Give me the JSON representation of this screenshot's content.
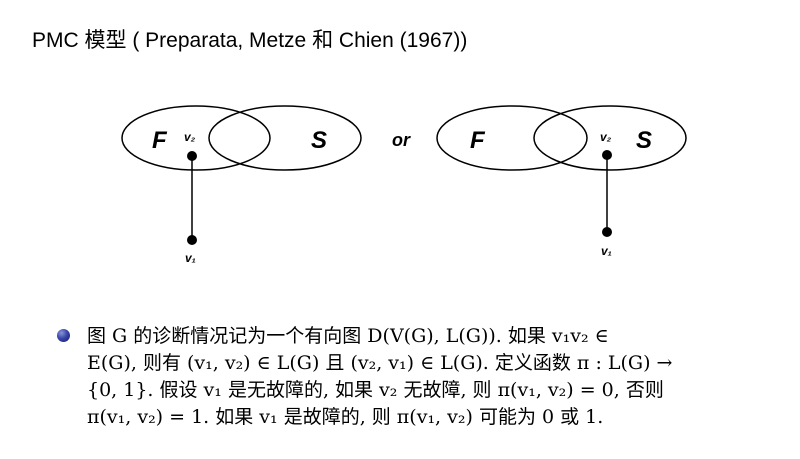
{
  "slide": {
    "title": "PMC 模型 ( Preparata, Metze 和 Chien (1967))"
  },
  "diagram": {
    "left": {
      "set_f": "F",
      "set_s": "S",
      "node_upper": "v₂",
      "node_lower": "v₁"
    },
    "separator": "or",
    "right": {
      "set_f": "F",
      "set_s": "S",
      "node_upper": "v₂",
      "node_lower": "v₁"
    }
  },
  "body": {
    "lines": [
      "图 G 的诊断情况记为一个有向图 D(V(G), L(G)).  如果 v₁v₂ ∈",
      "E(G), 则有 (v₁, v₂) ∈ L(G) 且 (v₂, v₁) ∈ L(G). 定义函数 π : L(G) →",
      "{0, 1}. 假设 v₁ 是无故障的, 如果 v₂ 无故障, 则 π(v₁, v₂) = 0, 否则",
      "π(v₁, v₂) = 1. 如果 v₁ 是故障的, 则 π(v₁, v₂) 可能为 0 或 1."
    ]
  }
}
